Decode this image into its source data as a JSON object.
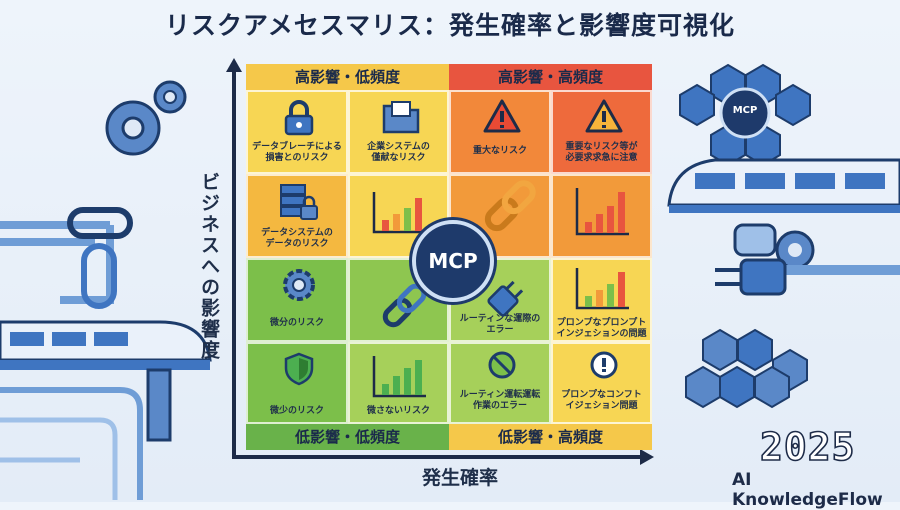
{
  "title": "リスクアメセスマリス：発生確率と影響度可視化",
  "axes": {
    "y_label": "ビジネスへの影響度",
    "x_label": "発生確率"
  },
  "quadrants": {
    "top_left": "高影響・低頻度",
    "top_right": "高影響・高頻度",
    "bottom_left": "低影響・低頻度",
    "bottom_right": "低影響・高頻度"
  },
  "cells": [
    {
      "id": "c00",
      "icon": "lock-icon",
      "text": "データブレーチによる\n損害とのリスク"
    },
    {
      "id": "c01",
      "icon": "folder-icon",
      "text": "企業システムの\n僅献なリスク"
    },
    {
      "id": "c02",
      "icon": "warning-icon",
      "text": "重大なリスク"
    },
    {
      "id": "c03",
      "icon": "warning-icon",
      "text": "重要なリスク等が\n必要求求急に注意"
    },
    {
      "id": "c10",
      "icon": "server-lock-icon",
      "text": "データシステムの\nデータのリスク"
    },
    {
      "id": "c11",
      "icon": "bar-chart-icon",
      "text": ""
    },
    {
      "id": "c12",
      "icon": "chain-icon",
      "text": ""
    },
    {
      "id": "c13",
      "icon": "bar-chart-icon",
      "text": ""
    },
    {
      "id": "c20",
      "icon": "gear-icon",
      "text": "微分のリスク"
    },
    {
      "id": "c21",
      "icon": "chain-icon",
      "text": ""
    },
    {
      "id": "c22",
      "icon": "plug-icon",
      "text": "ルーティンな運際の\nエラー"
    },
    {
      "id": "c23",
      "icon": "bar-chart-icon",
      "text": "プロンプなプロンプト\nインジェションの問題"
    },
    {
      "id": "c30",
      "icon": "shield-icon",
      "text": "微少のリスク"
    },
    {
      "id": "c31",
      "icon": "bar-chart-icon",
      "text": "微さないリスク"
    },
    {
      "id": "c32",
      "icon": "ban-icon",
      "text": "ルーティン運転運転\n作業のエラー"
    },
    {
      "id": "c33",
      "icon": "alert-circle-icon",
      "text": "プロンプなコンフト\nイジェション問題"
    }
  ],
  "center_badge": "MCP",
  "hex_badge": "MCP",
  "footer": {
    "year": "2025",
    "brand": "AI KnowledgeFlow"
  },
  "colors": {
    "navy": "#1e3a6b",
    "yellow": "#f7d654",
    "orange": "#f29a3a",
    "red": "#e8553f",
    "green": "#7cbf4a",
    "light_green": "#a6d05a"
  }
}
